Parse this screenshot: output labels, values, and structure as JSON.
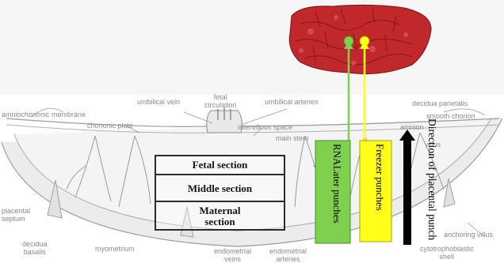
{
  "diagram": {
    "anatomy_labels": {
      "umbilical_vein": "umbilical vein",
      "fetal_circulation": "fetal\ncirculation",
      "umbilical_arteries": "umbilical arteries",
      "amniochorionic_membrane": "amniochorionic membrane",
      "chorionic_plate": "chorionic plate",
      "intervillous_space": "intervillous space",
      "main_stem": "main stem",
      "amnion": "amnion",
      "smooth_chorion": "smooth chorion",
      "decidua_parietalis": "decidua parietalis",
      "villus": "villus",
      "placental_septum": "placental\nseptum",
      "decidua_basalis": "decidua\nbasalis",
      "myometrium": "myometrium",
      "endometrial_veins": "endometrial\nveins",
      "endometrial_arteries": "endometrial\narteries",
      "cytotrophoblastic_shell": "cytotrophoblastic\nshell",
      "anchoring_villus": "anchoring villus"
    },
    "sections": {
      "fetal": "Fetal section",
      "middle": "Middle section",
      "maternal": "Maternal\nsection"
    },
    "punch_labels": {
      "rnalater": "RNALater punches",
      "freezer": "Freezer punches",
      "direction": "Direction of placental punch"
    },
    "colors": {
      "rnalater": "#80d050",
      "freezer": "#ffff1a",
      "direction": "#000000",
      "tissue": "#c0282c",
      "line_art": "#8c8c8c"
    }
  }
}
